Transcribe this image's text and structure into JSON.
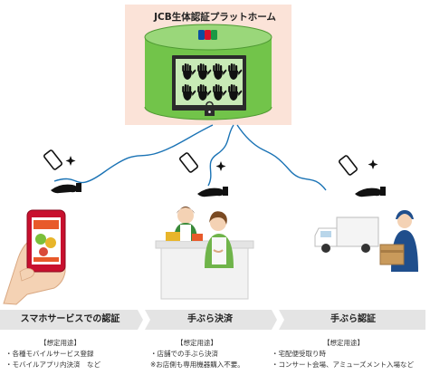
{
  "platform": {
    "title": "JCB生体認証プラットホーム",
    "brand_text": "JCB"
  },
  "panels": [
    {
      "title": "スマホサービスでの認証",
      "use_heading": "【想定用途】",
      "uses": [
        "・各種モバイルサービス登録",
        "・モバイルアプリ内決済　など"
      ]
    },
    {
      "title": "手ぶら決済",
      "use_heading": "【想定用途】",
      "uses": [
        "・店舗での手ぶら決済",
        "※お店側も専用機器購入不要。"
      ]
    },
    {
      "title": "手ぶら認証",
      "use_heading": "【想定用途】",
      "uses": [
        "・宅配便受取り時",
        "・コンサート会場、アミューズメント入場など"
      ]
    }
  ],
  "colors": {
    "platform_bg": "#fbe3d8",
    "cylinder_green": "#72c44a",
    "cylinder_top": "#9ad77a",
    "cylinder_dark": "#4f9a33",
    "screen": "#2b2b2b",
    "wave": "#1a73b5",
    "caption_bg": "#e4e4e4"
  },
  "icons": [
    "hand-icon",
    "lock-icon",
    "phone-icon",
    "fingerprint-hand-icon",
    "signal-star-icon",
    "delivery-truck-icon"
  ]
}
